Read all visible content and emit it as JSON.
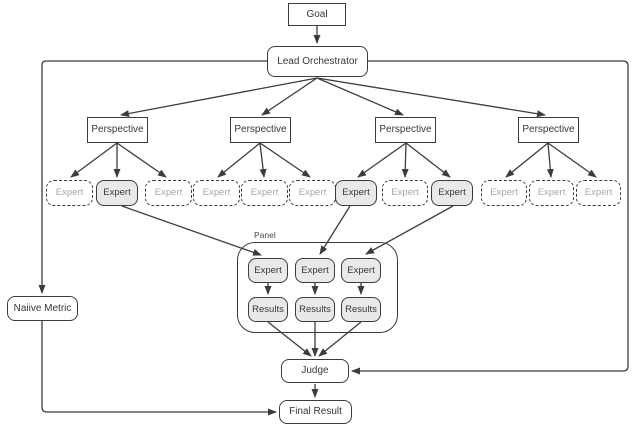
{
  "diagram": {
    "colors": {
      "line": "#3c3c3c",
      "text": "#383838",
      "muted_text": "#a8a8a8",
      "selected_fill": "#e9e9e9",
      "box_fill": "#ffffff"
    },
    "nodes": {
      "goal": "Goal",
      "lead_orchestrator": "Lead Orchestrator",
      "perspectives": [
        "Perspective",
        "Perspective",
        "Perspective",
        "Perspective"
      ],
      "experts": [
        {
          "label": "Expert",
          "selected": false
        },
        {
          "label": "Expert",
          "selected": true
        },
        {
          "label": "Expert",
          "selected": false
        },
        {
          "label": "Expert",
          "selected": false
        },
        {
          "label": "Expert",
          "selected": false
        },
        {
          "label": "Expert",
          "selected": false
        },
        {
          "label": "Expert",
          "selected": true
        },
        {
          "label": "Expert",
          "selected": false
        },
        {
          "label": "Expert",
          "selected": true
        },
        {
          "label": "Expert",
          "selected": false
        },
        {
          "label": "Expert",
          "selected": false
        },
        {
          "label": "Expert",
          "selected": false
        }
      ],
      "panel": {
        "label": "Panel",
        "experts": [
          "Expert",
          "Expert",
          "Expert"
        ],
        "results": [
          "Results",
          "Results",
          "Results"
        ]
      },
      "naiive_metric": "Naiive Metric",
      "judge": "Judge",
      "final_result": "Final Result"
    },
    "edges": [
      "Goal -> Lead Orchestrator",
      "Lead Orchestrator -> Perspective 1",
      "Lead Orchestrator -> Perspective 2",
      "Lead Orchestrator -> Perspective 3",
      "Lead Orchestrator -> Perspective 4",
      "Perspective 1 -> Experts 1-3",
      "Perspective 2 -> Experts 4-6",
      "Perspective 3 -> Experts 7-9",
      "Perspective 4 -> Experts 10-12",
      "Selected Expert 2 -> Panel Expert 1",
      "Selected Expert 7 -> Panel Expert 2",
      "Selected Expert 9 -> Panel Expert 3",
      "Panel Expert 1 -> Results 1",
      "Panel Expert 2 -> Results 2",
      "Panel Expert 3 -> Results 3",
      "Results 1 -> Judge",
      "Results 2 -> Judge",
      "Results 3 -> Judge",
      "Lead Orchestrator -> Naiive Metric",
      "Lead Orchestrator -> Judge",
      "Judge -> Final Result",
      "Naiive Metric -> Final Result"
    ]
  }
}
